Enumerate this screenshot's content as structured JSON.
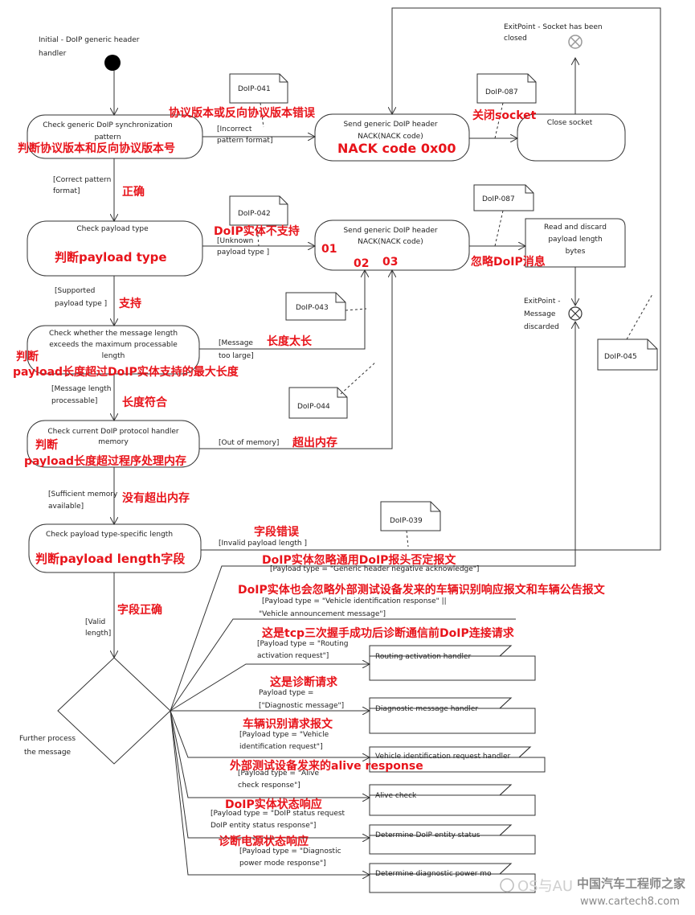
{
  "initial": {
    "label_line1": "Initial - DoIP generic header",
    "label_line2": "handler"
  },
  "exit_socket": {
    "label_line1": "ExitPoint - Socket has been",
    "label_line2": "closed"
  },
  "exit_message": {
    "label_line1": "ExitPoint -",
    "label_line2": "Message",
    "label_line3": "discarded"
  },
  "nodes": {
    "check_sync": {
      "line1": "Check generic DoIP synchronization",
      "line2": "pattern"
    },
    "send_nack_top": {
      "line1": "Send generic DoIP header",
      "line2": "NACK(NACK code)"
    },
    "close_socket": {
      "line1": "Close socket"
    },
    "check_payload_type": {
      "line1": "Check payload type"
    },
    "send_nack_mid": {
      "line1": "Send generic DoIP header",
      "line2": "NACK(NACK code)"
    },
    "read_discard": {
      "line1": "Read and discard",
      "line2": "payload length",
      "line3": "bytes"
    },
    "check_length": {
      "line1": "Check whether the message length",
      "line2": "exceeds the maximum processable",
      "line3": "length"
    },
    "check_memory": {
      "line1": "Check current DoIP protocol handler",
      "line2": "memory"
    },
    "check_specific_length": {
      "line1": "Check payload type-specific length"
    },
    "decision_label": {
      "line1": "Further process",
      "line2": "the message"
    }
  },
  "handlers": [
    "Routing activation handler",
    "Diagnostic message handler",
    "Vehicle identification request handler",
    "Alive check",
    "Determine DoIP entity status",
    "Determine diagnostic power mo"
  ],
  "notes": {
    "n041": "DoIP-041",
    "n087a": "DoIP-087",
    "n042": "DoIP-042",
    "n087b": "DoIP-087",
    "n043": "DoIP-043",
    "n044": "DoIP-044",
    "n045": "DoIP-045",
    "n039": "DoIP-039"
  },
  "guards": {
    "incorrect_1": "[Incorrect",
    "incorrect_2": "pattern format]",
    "correct_1": "[Correct pattern",
    "correct_2": "format]",
    "unknown_1": "[Unknown",
    "unknown_2": "payload type ]",
    "supported_1": "[Supported",
    "supported_2": "payload type ]",
    "too_large_1": "[Message",
    "too_large_2": "too large]",
    "processable_1": "[Message length",
    "processable_2": "processable]",
    "out_of_memory": "[Out of memory]",
    "sufficient_1": "[Sufficient memory",
    "sufficient_2": "available]",
    "invalid_length": "[Invalid payload length ]",
    "valid_1": "[Valid",
    "valid_2": "length]",
    "g_negack": "[Payload type = \"Generic header negative acknowledge\"]",
    "g_vid_resp_1": "[Payload type = \"Vehicle identification response\" ||",
    "g_vid_resp_2": "\"Vehicle  announcement message\"]",
    "g_routing_1": "[Payload type = \"Routing",
    "g_routing_2": "activation request\"]",
    "g_diag_1": "Payload type =",
    "g_diag_2": "[\"Diagnostic message\"]",
    "g_vid_req_1": "[Payload type = \"Vehicle",
    "g_vid_req_2": "identification request\"]",
    "g_alive_1": "[Payload type = \"Alive",
    "g_alive_2": "check response\"]",
    "g_status_1": "[Payload type = \"DoIP status request",
    "g_status_2": "DoIP entity status response\"]",
    "g_power_1": "[Payload type = \"Diagnostic",
    "g_power_2": "power mode response\"]"
  },
  "annotations": {
    "a_version_error": "协议版本或反向协议版本错误",
    "a_close_socket": "关闭socket",
    "a_check_version": "判断协议版本和反向协议版本号",
    "a_nack_code": "NACK code 0x00",
    "a_correct": "正确",
    "a_not_supported": "DoIP实体不支持",
    "a_code_01": "01",
    "a_code_02": "02",
    "a_code_03": "03",
    "a_ignore_msg": "忽略DoIP消息",
    "a_check_payload_type": "判断payload type",
    "a_supported": "支持",
    "a_too_long": "长度太长",
    "a_judge_1": "判断",
    "a_length_exceeds_entity": "payload长度超过DoIP实体支持的最大长度",
    "a_length_ok": "长度符合",
    "a_out_of_memory": "超出内存",
    "a_judge_2": "判断",
    "a_length_exceeds_memory": "payload长度超过程序处理内存",
    "a_no_overflow": "没有超出内存",
    "a_field_error": "字段错误",
    "a_check_length_field": "判断payload length字段",
    "a_ignore_negack": "DoIP实体忽略通用DoIP报头否定报文",
    "a_ignore_vid": "DoIP实体也会忽略外部测试设备发来的车辆识别响应报文和车辆公告报文",
    "a_field_correct": "字段正确",
    "a_routing_req": "这是tcp三次握手成功后诊断通信前DoIP连接请求",
    "a_diag_req": "这是诊断请求",
    "a_vid_req": "车辆识别请求报文",
    "a_alive_resp": "外部测试设备发来的alive response",
    "a_status_resp": "DoIP实体状态响应",
    "a_power_resp": "诊断电源状态响应"
  },
  "watermark": {
    "left": "OS与AU",
    "right": "中国汽车工程师之家",
    "url": "www.cartech8.com"
  }
}
